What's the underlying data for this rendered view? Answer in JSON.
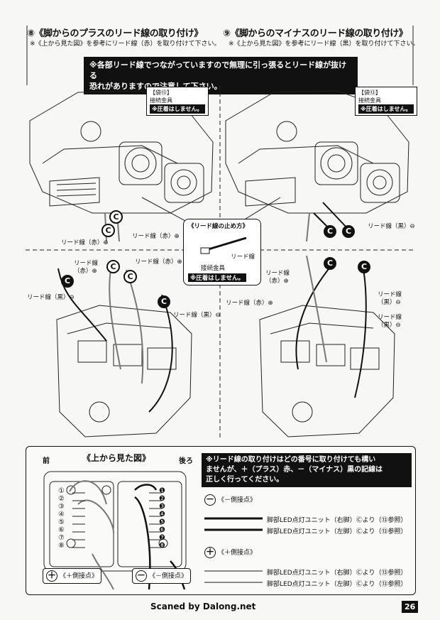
{
  "step8": {
    "title": "⑧《脚からのプラスのリード線の取り付け》",
    "sub": "※《上から見た図》を参考にリード線（赤）を取り付けて下さい。"
  },
  "step9": {
    "title": "⑨《脚からのマイナスのリード線の取り付け》",
    "sub": "※《上から見た図》を参考にリード線（黒）を取り付けて下さい。"
  },
  "warning": {
    "line1": "※各部リード線でつながっていますので無理に引っ張るとリード線が抜ける",
    "line2": "恐れがありますので注意して下さい。"
  },
  "bag_callout": {
    "bag": "【袋⑬】",
    "part": "接続金具",
    "note": "※圧着はしません。"
  },
  "lead_stop": {
    "title": "《リード線の止め方》",
    "wire": "リード線",
    "part": "接続金具",
    "note": "※圧着はしません。"
  },
  "labels": {
    "red_plus": "リード線（赤）⊕",
    "black_minus": "リード線（黒）⊖",
    "red": "リード線",
    "red_paren": "（赤）⊕",
    "black": "リード線",
    "black_paren": "（黒）⊖",
    "c": "C"
  },
  "top_view": {
    "title": "《上から見た図》",
    "front": "前",
    "back": "後ろ",
    "plus_contact": "《＋側接点》",
    "minus_contact": "《－側接点》",
    "numbers": [
      "①",
      "②",
      "③",
      "④",
      "⑤",
      "⑥",
      "⑦",
      "⑧"
    ],
    "numbers_dark": [
      "❶",
      "❷",
      "❸",
      "❹",
      "❺",
      "❻",
      "❼",
      "❽"
    ]
  },
  "note": {
    "line1": "※リード線の取り付けはどの番号に取り付けても構い",
    "line2": "ませんが、＋（プラス）赤、－（マイナス）黒の記線は",
    "line3": "正しく行ってください。"
  },
  "legend": {
    "minus_title": "《－側接点》",
    "plus_title": "《＋側接点》",
    "minus_sym": "－",
    "plus_sym": "＋",
    "rows": [
      "脚部LED点灯ユニット（右脚）Ⓒより（⑬参照）",
      "脚部LED点灯ユニット（左脚）Ⓒより（⑬参照）",
      "脚部LED点灯ユニット（右脚）Ⓒより（⑬参照）",
      "脚部LED点灯ユニット（左脚）Ⓒより（⑬参照）"
    ]
  },
  "footer": {
    "credit": "Scaned by Dalong.net",
    "page": "26"
  }
}
